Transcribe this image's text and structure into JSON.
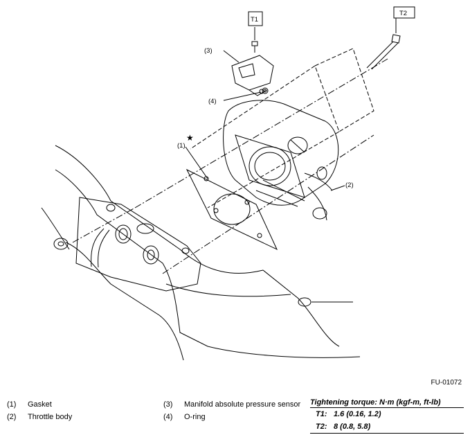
{
  "diagram": {
    "callouts": {
      "gasket": "(1)",
      "throttle_body": "(2)",
      "map_sensor": "(3)",
      "o_ring": "(4)"
    },
    "torque_tags": {
      "t1": "T1",
      "t2": "T2"
    },
    "star_mark": "★",
    "figure_code": "FU-01072"
  },
  "legend": {
    "left": [
      {
        "num": "(1)",
        "label": "Gasket"
      },
      {
        "num": "(2)",
        "label": "Throttle body"
      }
    ],
    "middle": [
      {
        "num": "(3)",
        "label": "Manifold absolute pressure sensor"
      },
      {
        "num": "(4)",
        "label": "O-ring"
      }
    ]
  },
  "torque": {
    "heading": "Tightening torque: N·m (kgf-m, ft-lb)",
    "rows": [
      {
        "key": "T1:",
        "value": "1.6 (0.16, 1.2)"
      },
      {
        "key": "T2:",
        "value": "8 (0.8, 5.8)"
      }
    ]
  }
}
